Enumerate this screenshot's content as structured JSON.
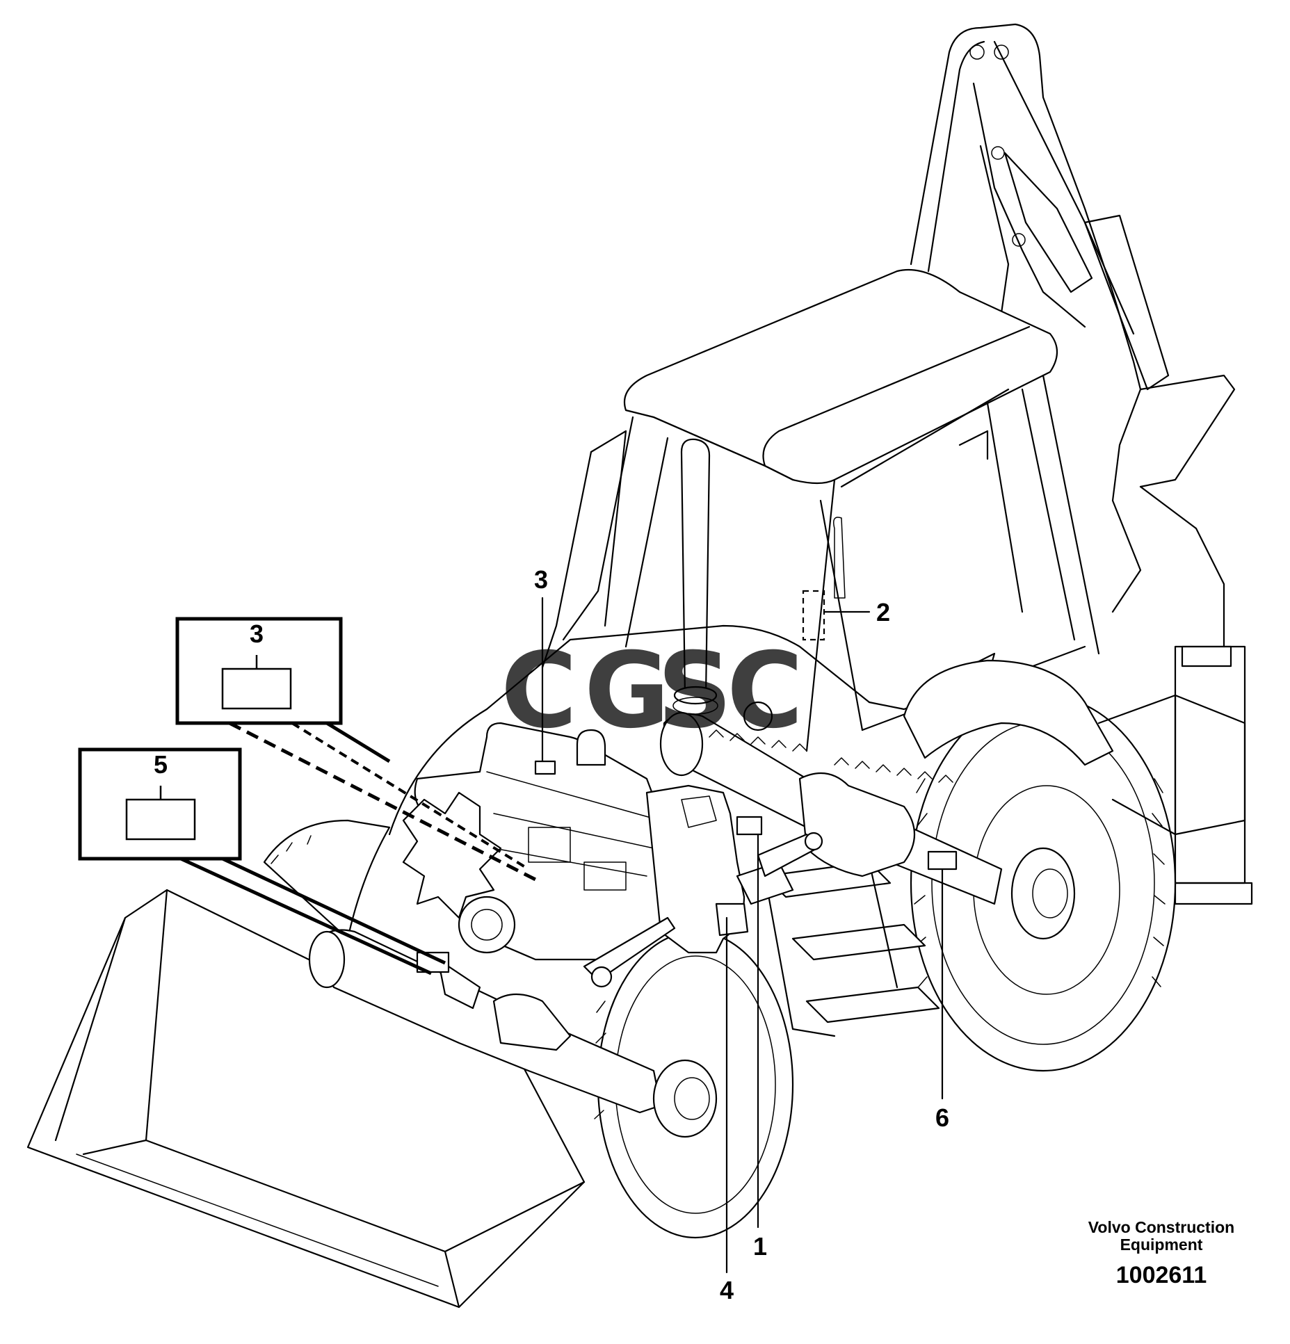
{
  "watermark": {
    "letters": [
      "C",
      "G",
      "S",
      "C"
    ],
    "colors": [
      "#5b8def",
      "#ee6e62",
      "#f5c842",
      "#4db36e"
    ]
  },
  "callouts": [
    {
      "id": "callout-1",
      "label": "1"
    },
    {
      "id": "callout-2",
      "label": "2"
    },
    {
      "id": "callout-3",
      "label": "3"
    },
    {
      "id": "callout-4",
      "label": "4"
    },
    {
      "id": "callout-6",
      "label": "6"
    }
  ],
  "detail_boxes": [
    {
      "id": "detail-box-3",
      "label": "3"
    },
    {
      "id": "detail-box-5",
      "label": "5"
    }
  ],
  "caption": {
    "line1": "Volvo Construction",
    "line2": "Equipment",
    "number": "1002611"
  }
}
